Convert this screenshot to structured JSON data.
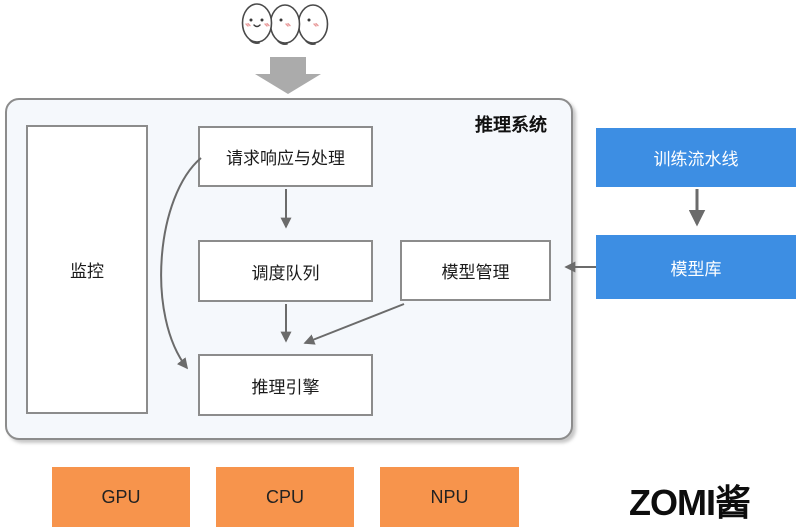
{
  "colors": {
    "blue": "#3D8EE3",
    "orange": "#F7944C",
    "box_bg": "#F5F8FC",
    "arrow": "#6b6b6b",
    "border": "#8c8c8c"
  },
  "mascot": {
    "name": "three-blob-characters"
  },
  "system": {
    "title": "推理系统",
    "nodes": {
      "monitoring": "监控",
      "request": "请求响应与处理",
      "queue": "调度队列",
      "model_mgmt": "模型管理",
      "engine": "推理引擎"
    }
  },
  "pipeline": {
    "training": "训练流水线",
    "model_repo": "模型库"
  },
  "hardware": {
    "items": [
      "GPU",
      "CPU",
      "NPU"
    ]
  },
  "logo": {
    "text": "ZOMI酱"
  }
}
